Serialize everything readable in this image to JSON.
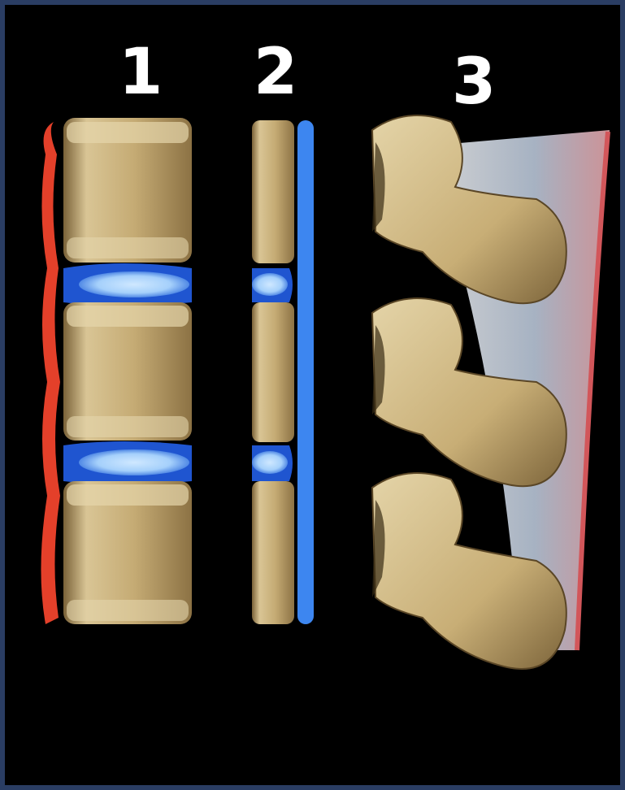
{
  "labels": {
    "panel_1": "1",
    "panel_2": "2",
    "panel_3": "3"
  },
  "colors": {
    "background": "#000000",
    "frame": "#2a3d63",
    "bone": "#c9b07a",
    "disc": "#2b6be0",
    "disc_light": "#a9d4ff",
    "anterior_ligament": "#e4402a",
    "posterior_ligament": "#3d86f0",
    "label_text": "#ffffff"
  }
}
